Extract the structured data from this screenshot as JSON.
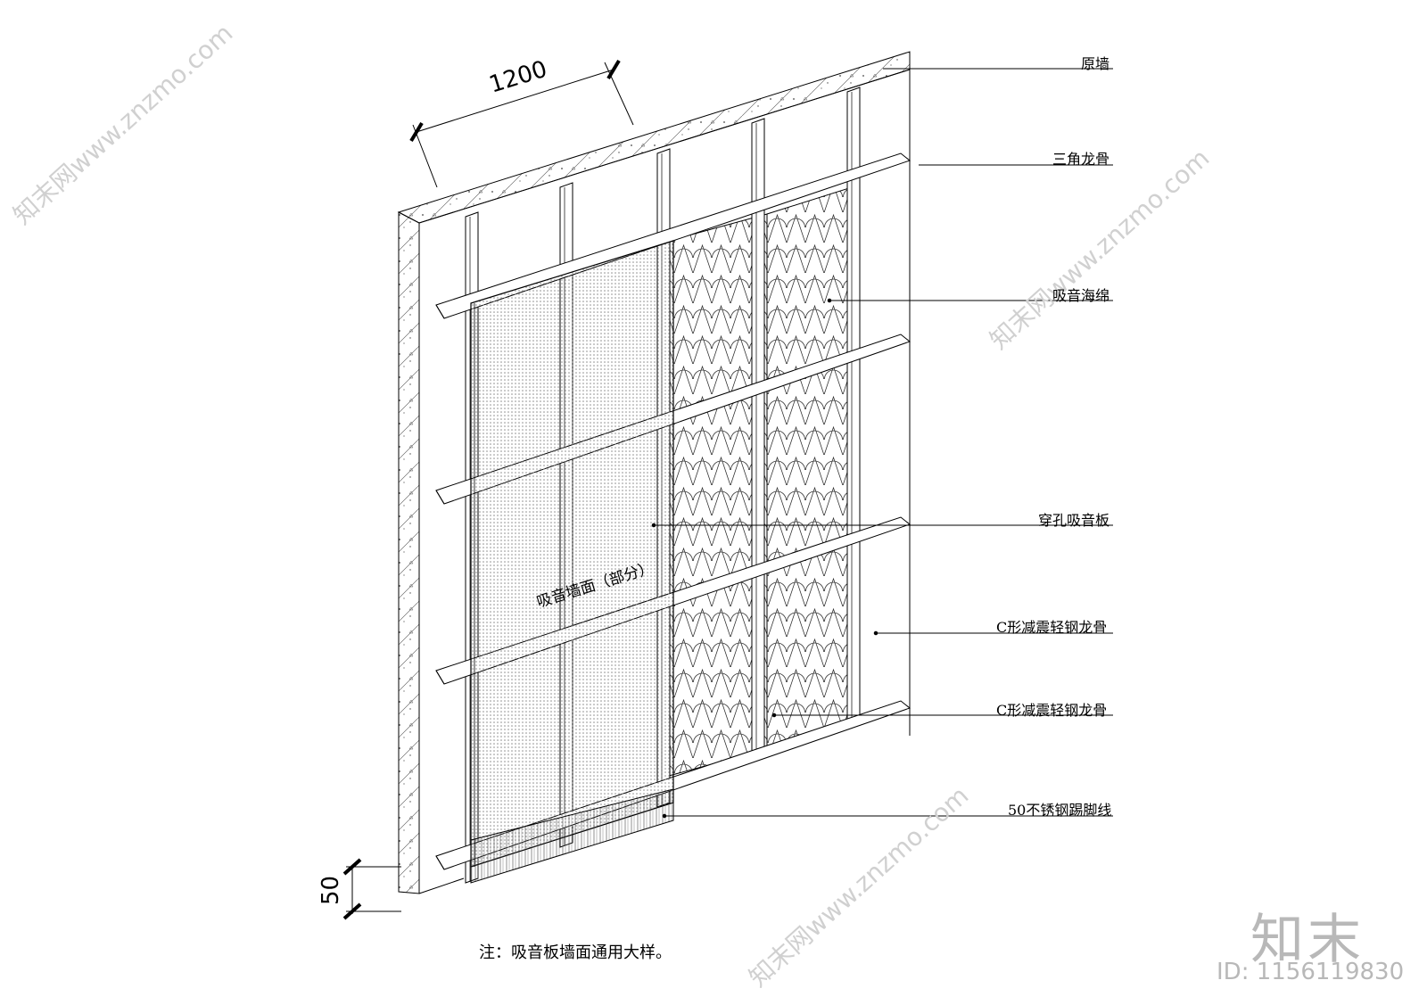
{
  "dimensions": {
    "width": "1200",
    "height": "50"
  },
  "callouts": {
    "original_wall": "原墙",
    "triangle_keel": "三角龙骨",
    "sound_sponge": "吸音海绵",
    "perforated_panel": "穿孔吸音板",
    "c_keel_1": "C形减震轻钢龙骨",
    "c_keel_2": "C形减震轻钢龙骨",
    "skirting": "50不锈钢踢脚线"
  },
  "panel_label": "吸音墙面（部分）",
  "note": "注：吸音板墙面通用大样。",
  "watermark": {
    "text": "知末网www.znzmo.com",
    "logo": "知末",
    "id": "ID: 1156119830"
  }
}
